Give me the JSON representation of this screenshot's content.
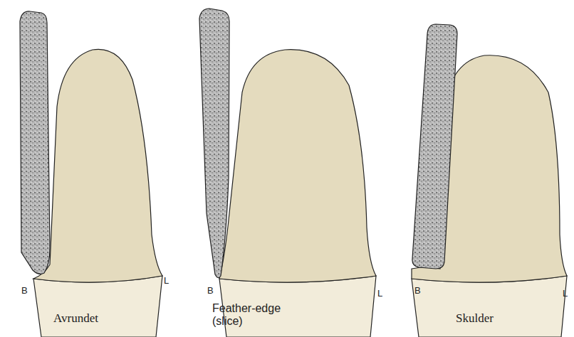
{
  "diagram": {
    "labels": [
      "B",
      "L",
      "B",
      "L",
      "B",
      "L",
      "Avrundet",
      "Feather-edge (slice)",
      "Skulder"
    ]
  }
}
